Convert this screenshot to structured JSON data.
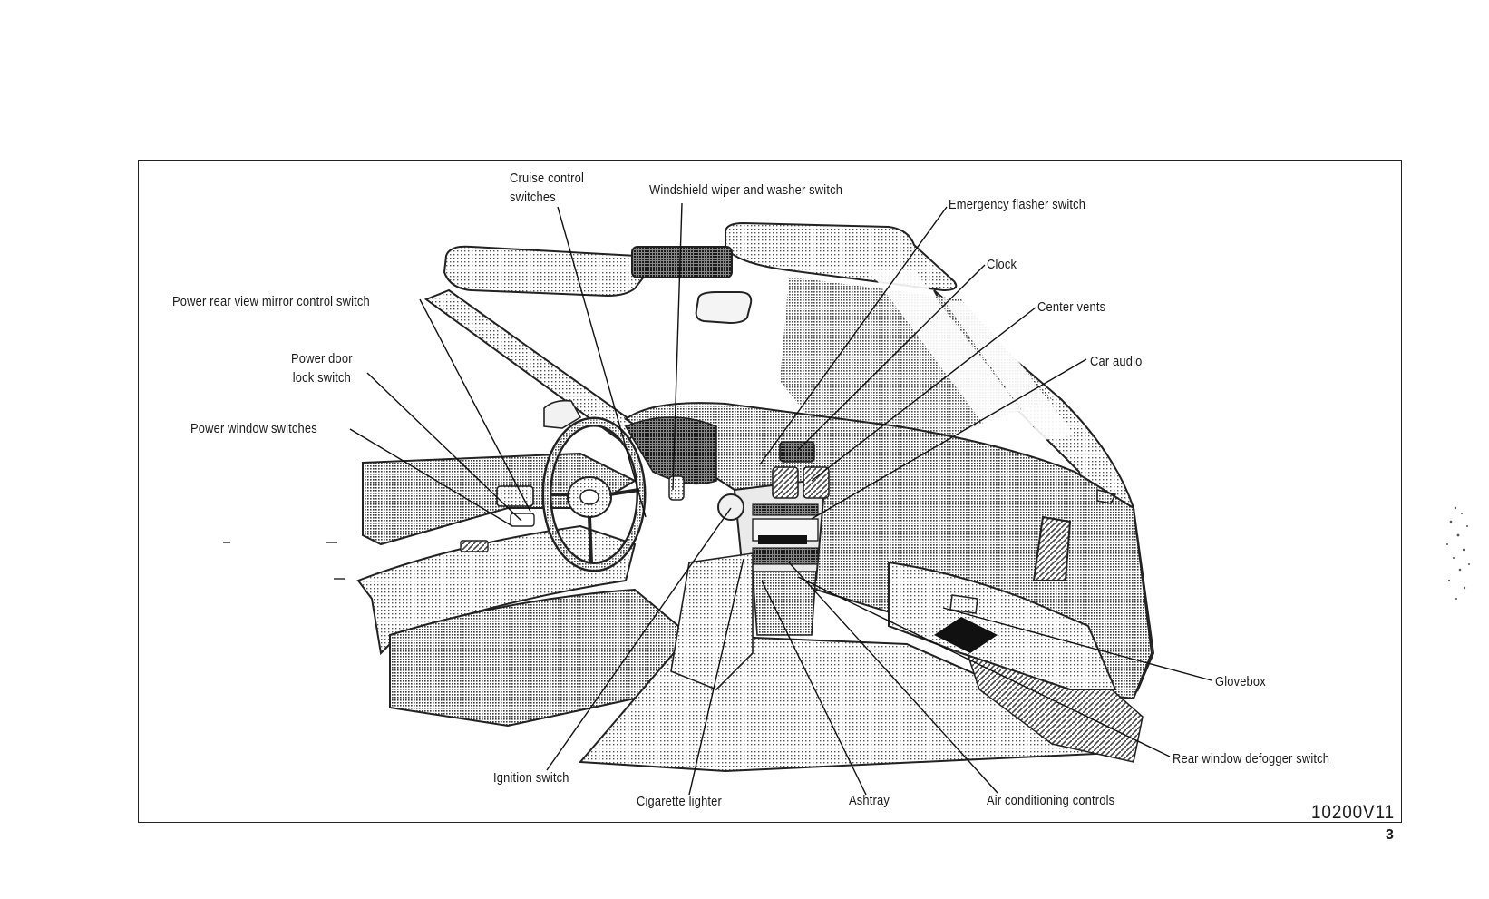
{
  "diagram": {
    "figure_code": "10200V11",
    "page_number": "3",
    "labels": [
      {
        "id": "cruise",
        "text": "Cruise control\nswitches"
      },
      {
        "id": "wiper",
        "text": "Windshield wiper and washer switch"
      },
      {
        "id": "flasher",
        "text": "Emergency flasher switch"
      },
      {
        "id": "clock",
        "text": "Clock"
      },
      {
        "id": "vents",
        "text": "Center vents"
      },
      {
        "id": "audio",
        "text": "Car audio"
      },
      {
        "id": "mirror",
        "text": "Power rear view mirror control switch"
      },
      {
        "id": "doorlock",
        "text": "Power door\nlock switch"
      },
      {
        "id": "window",
        "text": "Power window switches"
      },
      {
        "id": "glovebox",
        "text": "Glovebox"
      },
      {
        "id": "defogger",
        "text": "Rear window defogger switch"
      },
      {
        "id": "ignition",
        "text": "Ignition switch"
      },
      {
        "id": "lighter",
        "text": "Cigarette lighter"
      },
      {
        "id": "ashtray",
        "text": "Ashtray"
      },
      {
        "id": "aircon",
        "text": "Air conditioning controls"
      }
    ]
  }
}
